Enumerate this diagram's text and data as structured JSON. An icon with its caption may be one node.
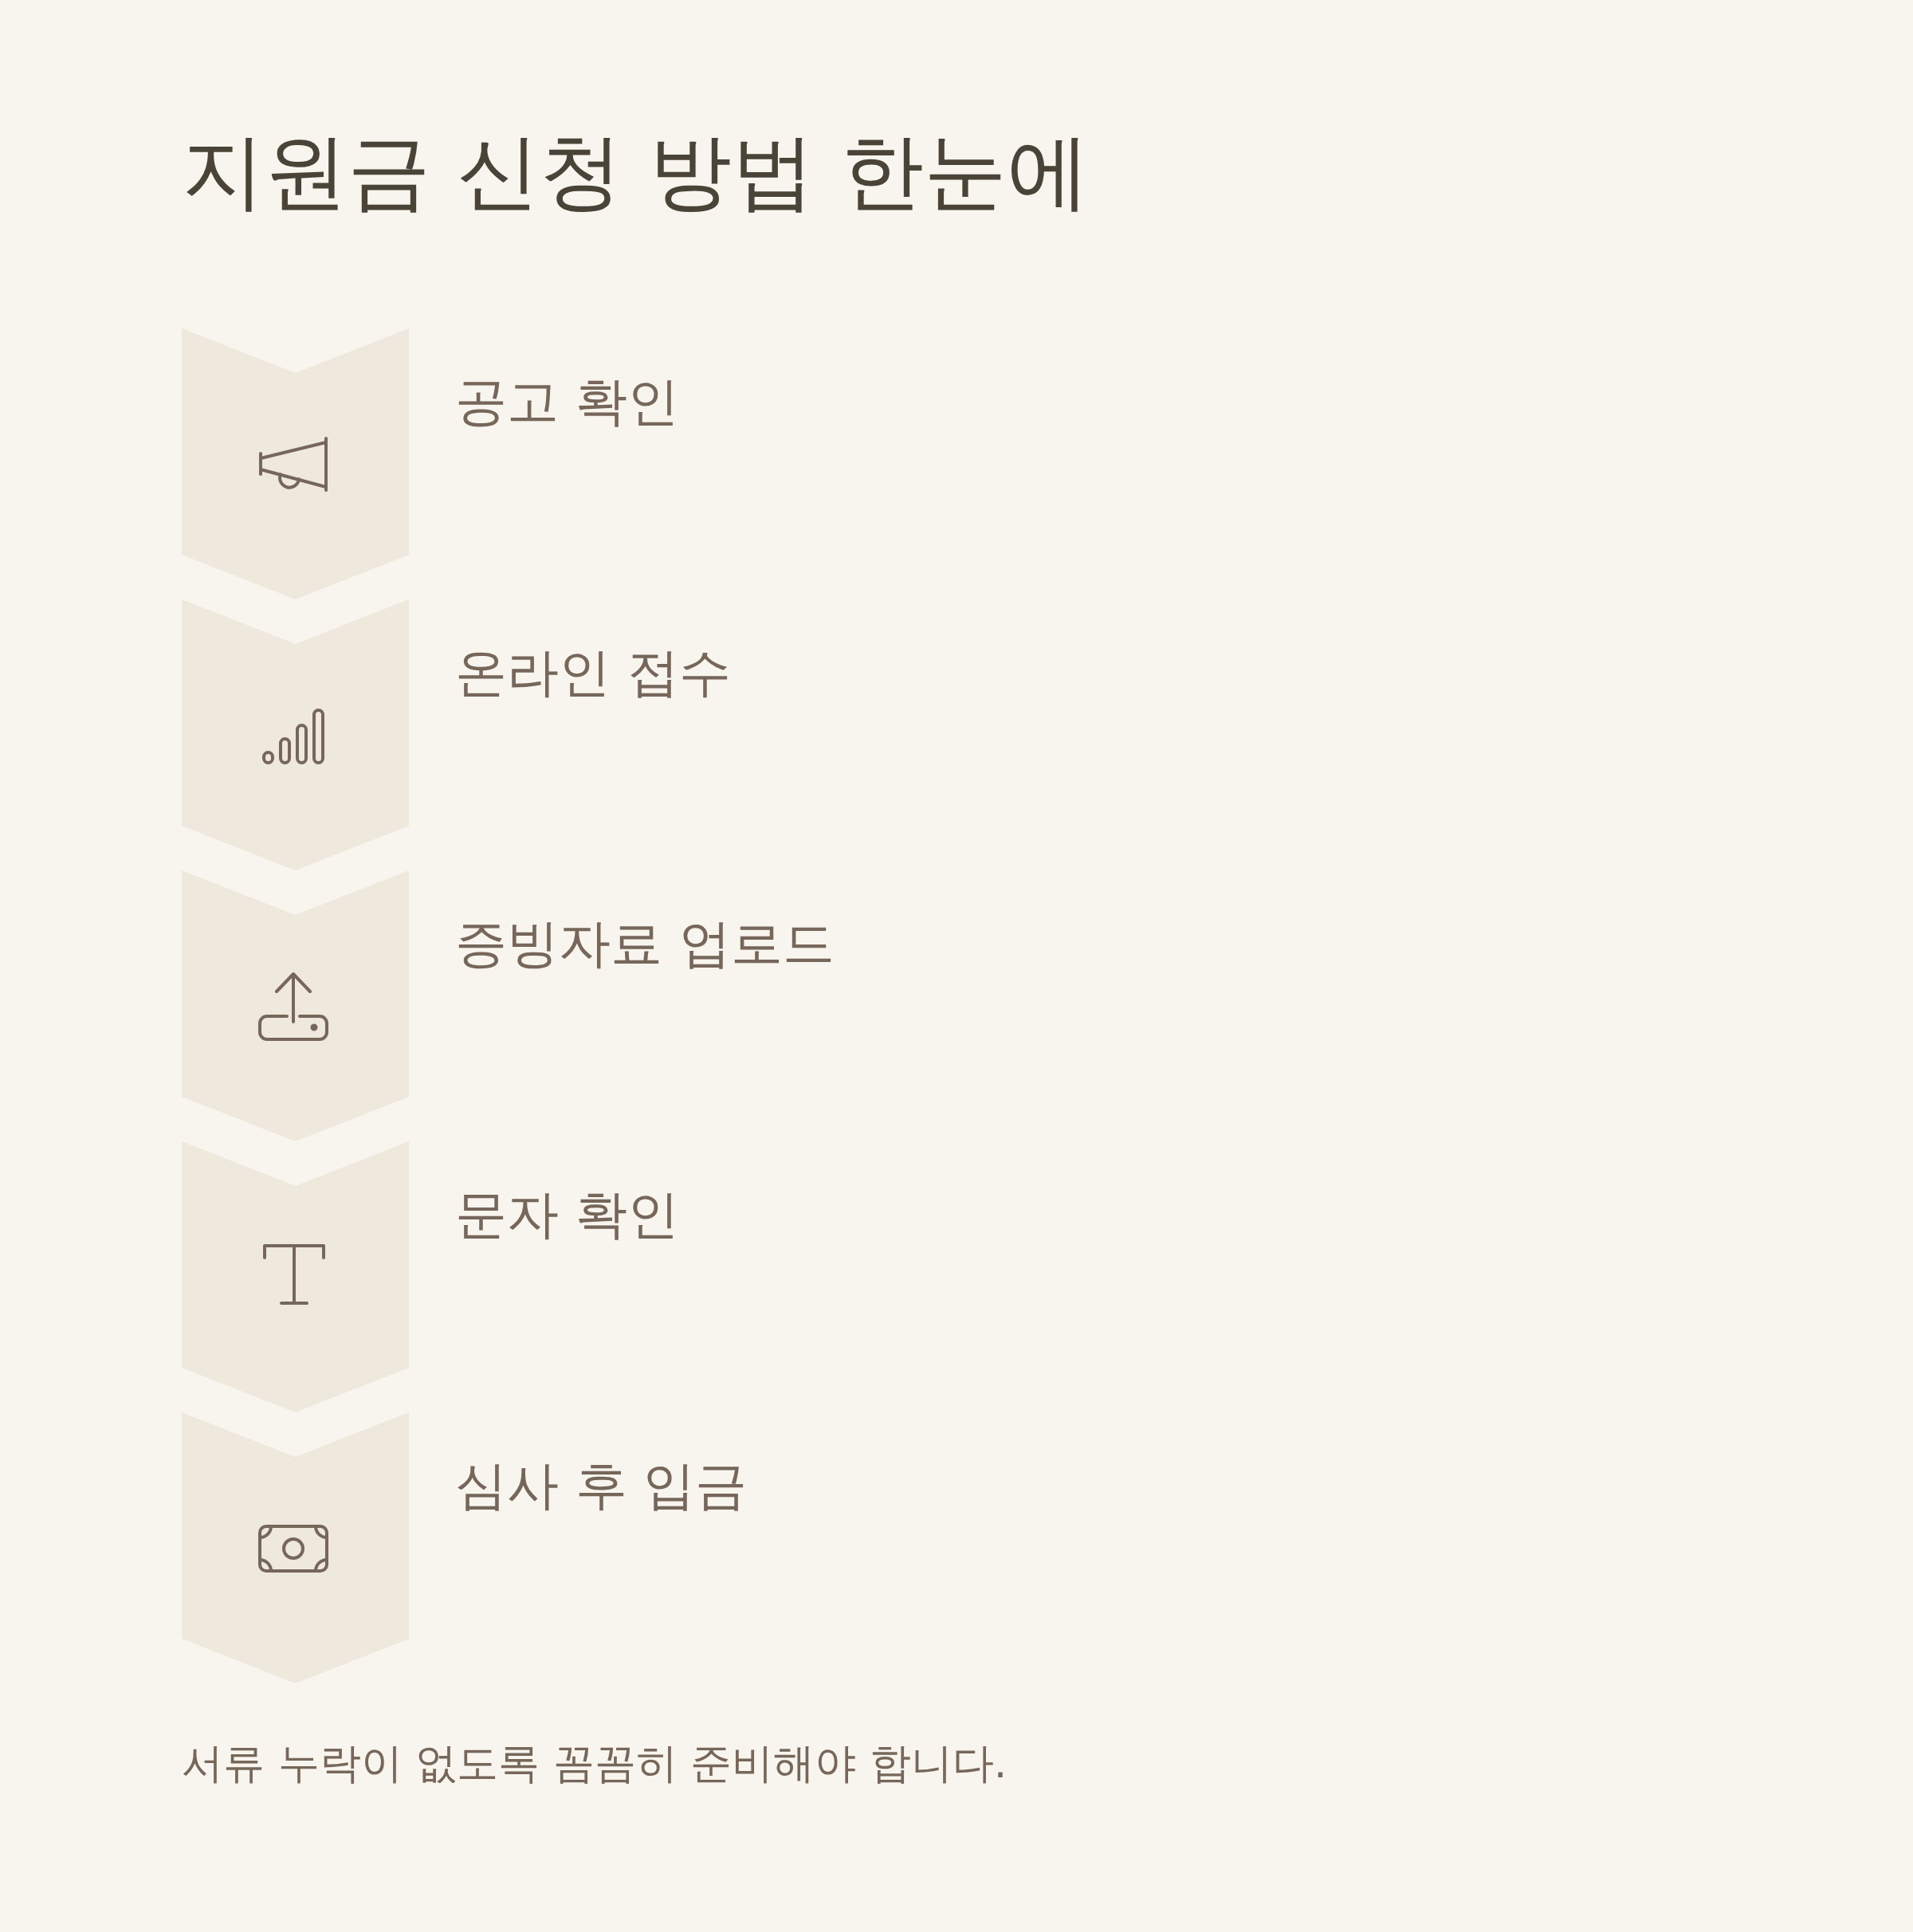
{
  "diagram": {
    "title": "지원금 신청 방법 한눈에",
    "nodes": [
      {
        "text": [
          "공고 확인"
        ]
      },
      {
        "text": [
          "온라인 접수"
        ]
      },
      {
        "text": [
          "증빙자료 업로드"
        ]
      },
      {
        "text": [
          "문자 확인"
        ]
      },
      {
        "text": [
          "심사 후 입금"
        ]
      }
    ],
    "caption": "서류 누락이 없도록 꼼꼼히 준비해야 합니다."
  }
}
